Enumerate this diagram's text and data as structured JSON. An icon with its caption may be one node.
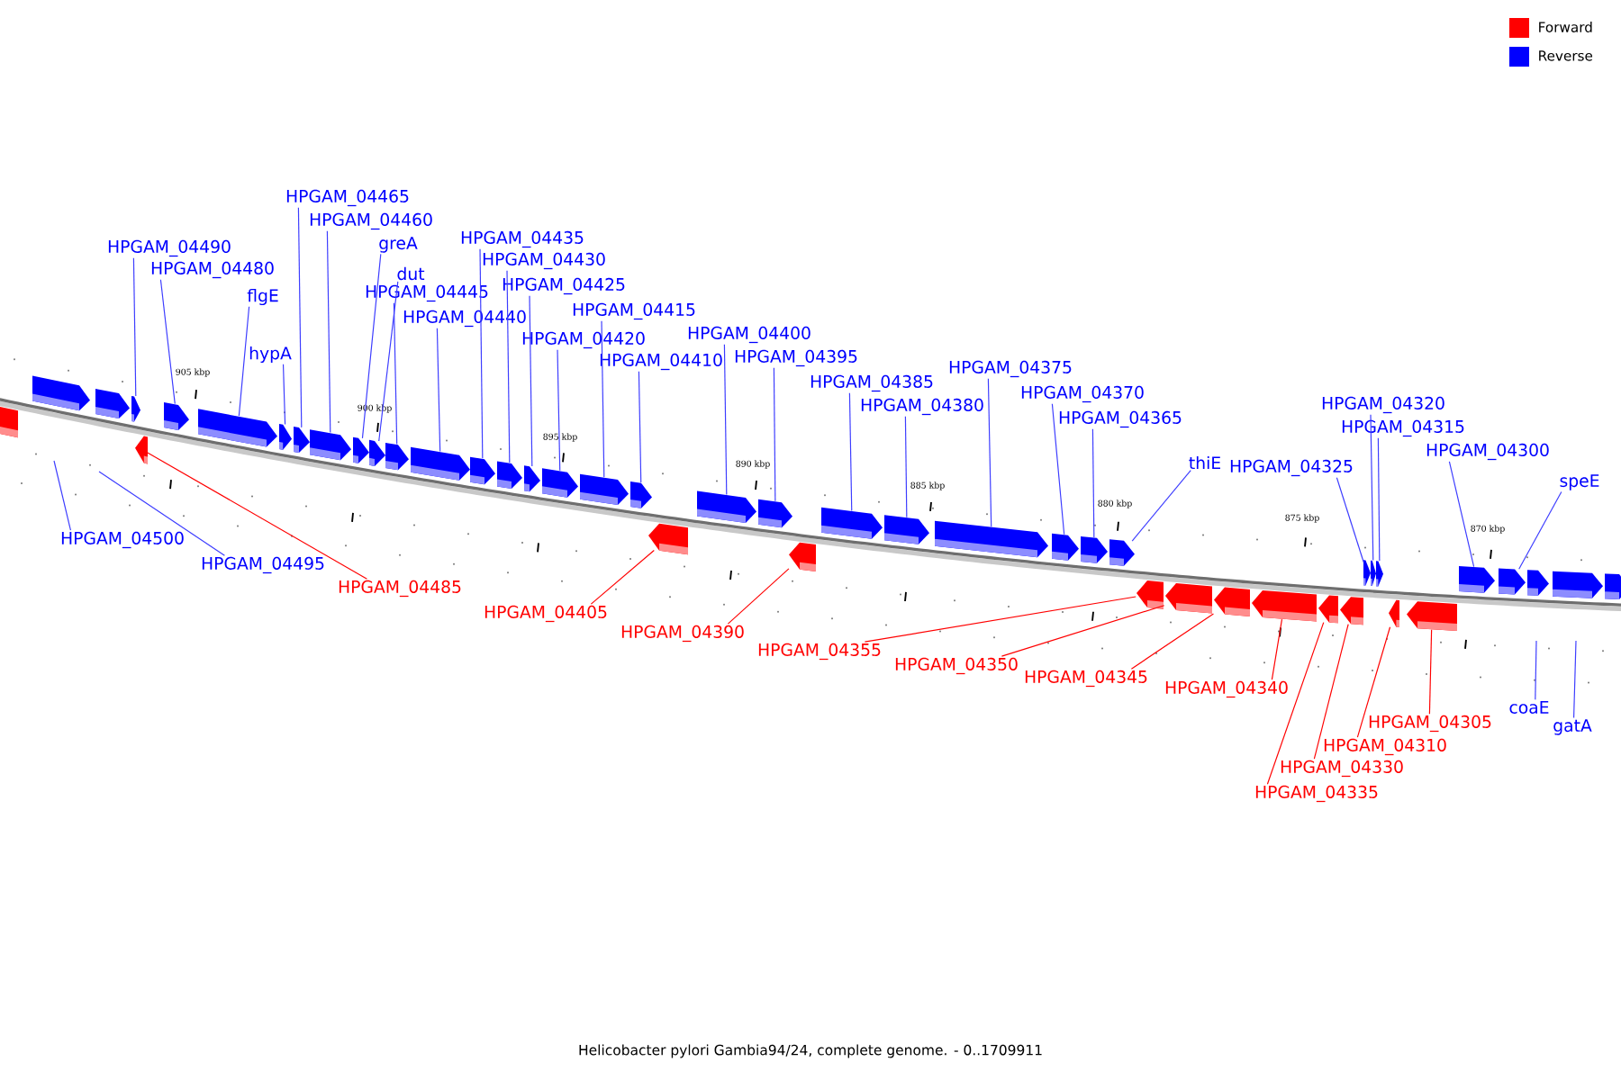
{
  "diagram": {
    "caption": "Helicobacter pylori Gambia94/24, complete genome. - 0..1709911",
    "nodes": [
      {
        "text": [],
        "shape": "pentagon"
      },
      {
        "text": [],
        "shape": "pentagon"
      },
      {
        "text": [],
        "shape": "pentagon"
      },
      {
        "text": [],
        "shape": "pentagon"
      },
      {
        "text": [],
        "shape": "pentagon"
      },
      {
        "text": [],
        "shape": "pentagon"
      },
      {
        "text": [],
        "shape": "pentagon"
      },
      {
        "text": [],
        "shape": "pentagon"
      },
      {
        "text": [],
        "shape": "pentagon"
      },
      {
        "text": [],
        "shape": "pentagon"
      },
      {
        "text": [],
        "shape": "pentagon"
      },
      {
        "text": [],
        "shape": "pentagon"
      },
      {
        "text": [],
        "shape": "pentagon"
      },
      {
        "text": [],
        "shape": "pentagon"
      },
      {
        "text": [],
        "shape": "pentagon"
      },
      {
        "text": [],
        "shape": "pentagon"
      },
      {
        "text": [],
        "shape": "pentagon"
      },
      {
        "text": [],
        "shape": "pentagon"
      },
      {
        "text": [],
        "shape": "pentagon"
      },
      {
        "text": [],
        "shape": "pentagon"
      },
      {
        "text": [],
        "shape": "pentagon"
      },
      {
        "text": [],
        "shape": "pentagon"
      },
      {
        "text": [],
        "shape": "pentagon"
      },
      {
        "text": [],
        "shape": "pentagon"
      },
      {
        "text": [],
        "shape": "pentagon"
      },
      {
        "text": [],
        "shape": "pentagon"
      },
      {
        "text": [],
        "shape": "pentagon"
      },
      {
        "text": [],
        "shape": "pentagon"
      },
      {
        "text": [],
        "shape": "pentagon"
      },
      {
        "text": [],
        "shape": "pentagon"
      },
      {
        "text": [],
        "shape": "pentagon"
      },
      {
        "text": [],
        "shape": "pentagon"
      },
      {
        "text": [],
        "shape": "pentagon"
      },
      {
        "text": [],
        "shape": "pentagon"
      },
      {
        "text": [],
        "shape": "pentagon"
      },
      {
        "text": [],
        "shape": "pentagon"
      },
      {
        "text": [],
        "shape": "pentagon"
      },
      {
        "text": [],
        "shape": "pentagon"
      },
      {
        "text": [],
        "shape": "pentagon"
      },
      {
        "text": [],
        "shape": "pentagon"
      },
      {
        "text": [],
        "shape": "pentagon"
      },
      {
        "text": [],
        "shape": "pentagon"
      },
      {
        "text": [],
        "shape": "pentagon"
      },
      {
        "text": [],
        "shape": "pentagon"
      },
      {
        "text": [],
        "shape": "pentagon"
      },
      {
        "text": [],
        "shape": "pentagon"
      },
      {
        "text": [
          "HPGAM_04490"
        ]
      },
      {
        "text": [
          "HPGAM_04480"
        ]
      },
      {
        "text": [
          "flgE"
        ]
      },
      {
        "text": [
          "hypA"
        ]
      },
      {
        "text": [
          "HPGAM_04465"
        ]
      },
      {
        "text": [
          "HPGAM_04460"
        ]
      },
      {
        "text": [
          "greA"
        ]
      },
      {
        "text": [
          "dut"
        ]
      },
      {
        "text": [
          "HPGAM_04445"
        ]
      },
      {
        "text": [
          "HPGAM_04440"
        ]
      },
      {
        "text": [
          "HPGAM_04435"
        ]
      },
      {
        "text": [
          "HPGAM_04430"
        ]
      },
      {
        "text": [
          "HPGAM_04425"
        ]
      },
      {
        "text": [
          "HPGAM_04420"
        ]
      },
      {
        "text": [
          "HPGAM_04415"
        ]
      },
      {
        "text": [
          "HPGAM_04410"
        ]
      },
      {
        "text": [
          "HPGAM_04400"
        ]
      },
      {
        "text": [
          "HPGAM_04395"
        ]
      },
      {
        "text": [
          "HPGAM_04385"
        ]
      },
      {
        "text": [
          "HPGAM_04380"
        ]
      },
      {
        "text": [
          "HPGAM_04375"
        ]
      },
      {
        "text": [
          "HPGAM_04370"
        ]
      },
      {
        "text": [
          "HPGAM_04365"
        ]
      },
      {
        "text": [
          "thiE"
        ]
      },
      {
        "text": [
          "HPGAM_04325"
        ]
      },
      {
        "text": [
          "HPGAM_04320"
        ]
      },
      {
        "text": [
          "HPGAM_04315"
        ]
      },
      {
        "text": [
          "HPGAM_04300"
        ]
      },
      {
        "text": [
          "speE"
        ]
      },
      {
        "text": [
          "HPGAM_04500"
        ]
      },
      {
        "text": [
          "HPGAM_04495"
        ]
      },
      {
        "text": [
          "coaE"
        ]
      },
      {
        "text": [
          "gatA"
        ]
      },
      {
        "text": [
          "HPGAM_04485"
        ]
      },
      {
        "text": [
          "HPGAM_04405"
        ]
      },
      {
        "text": [
          "HPGAM_04390"
        ]
      },
      {
        "text": [
          "HPGAM_04355"
        ]
      },
      {
        "text": [
          "HPGAM_04350"
        ]
      },
      {
        "text": [
          "HPGAM_04345"
        ]
      },
      {
        "text": [
          "HPGAM_04340"
        ]
      },
      {
        "text": [
          "HPGAM_04305"
        ]
      },
      {
        "text": [
          "HPGAM_04310"
        ]
      },
      {
        "text": [
          "HPGAM_04330"
        ]
      },
      {
        "text": [
          "HPGAM_04335"
        ]
      }
    ],
    "edges": [
      {
        "from": 46,
        "to": 2,
        "arrow": "none"
      },
      {
        "from": 47,
        "to": 3,
        "arrow": "none"
      },
      {
        "from": 48,
        "to": 4,
        "arrow": "none"
      },
      {
        "from": 49,
        "to": 5,
        "arrow": "none"
      },
      {
        "from": 50,
        "to": 6,
        "arrow": "none"
      },
      {
        "from": 51,
        "to": 7,
        "arrow": "none"
      },
      {
        "from": 52,
        "to": 8,
        "arrow": "none"
      },
      {
        "from": 53,
        "to": 9,
        "arrow": "none"
      },
      {
        "from": 54,
        "to": 10,
        "arrow": "none"
      },
      {
        "from": 55,
        "to": 11,
        "arrow": "none"
      },
      {
        "from": 56,
        "to": 12,
        "arrow": "none"
      },
      {
        "from": 57,
        "to": 13,
        "arrow": "none"
      },
      {
        "from": 58,
        "to": 14,
        "arrow": "none"
      },
      {
        "from": 59,
        "to": 15,
        "arrow": "none"
      },
      {
        "from": 60,
        "to": 16,
        "arrow": "none"
      },
      {
        "from": 61,
        "to": 17,
        "arrow": "none"
      },
      {
        "from": 62,
        "to": 18,
        "arrow": "none"
      },
      {
        "from": 63,
        "to": 19,
        "arrow": "none"
      },
      {
        "from": 64,
        "to": 20,
        "arrow": "none"
      },
      {
        "from": 65,
        "to": 21,
        "arrow": "none"
      },
      {
        "from": 66,
        "to": 22,
        "arrow": "none"
      },
      {
        "from": 67,
        "to": 23,
        "arrow": "none"
      },
      {
        "from": 68,
        "to": 24,
        "arrow": "none"
      },
      {
        "from": 69,
        "to": 25,
        "arrow": "none"
      },
      {
        "from": 70,
        "to": 26,
        "arrow": "none"
      },
      {
        "from": 71,
        "to": 27,
        "arrow": "none"
      },
      {
        "from": 72,
        "to": 28,
        "arrow": "none"
      },
      {
        "from": 73,
        "to": 29,
        "arrow": "none"
      },
      {
        "from": 74,
        "to": 30,
        "arrow": "none"
      },
      {
        "from": 75,
        "to": null,
        "arrow": "none"
      },
      {
        "from": 76,
        "to": null,
        "arrow": "none"
      },
      {
        "from": 77,
        "to": null,
        "arrow": "none"
      },
      {
        "from": 78,
        "to": null,
        "arrow": "none"
      },
      {
        "from": 79,
        "to": 35,
        "arrow": "none",
        "color": "#ff0000"
      },
      {
        "from": 80,
        "to": 36,
        "arrow": "none",
        "color": "#ff0000"
      },
      {
        "from": 81,
        "to": 37,
        "arrow": "none",
        "color": "#ff0000"
      },
      {
        "from": 82,
        "to": 38,
        "arrow": "none",
        "color": "#ff0000"
      },
      {
        "from": 83,
        "to": 39,
        "arrow": "none",
        "color": "#ff0000"
      },
      {
        "from": 84,
        "to": 40,
        "arrow": "none",
        "color": "#ff0000"
      },
      {
        "from": 85,
        "to": 41,
        "arrow": "none",
        "color": "#ff0000"
      },
      {
        "from": 86,
        "to": 45,
        "arrow": "none",
        "color": "#ff0000"
      },
      {
        "from": 87,
        "to": 44,
        "arrow": "none",
        "color": "#ff0000"
      },
      {
        "from": 88,
        "to": 43,
        "arrow": "none",
        "color": "#ff0000"
      },
      {
        "from": 89,
        "to": 42,
        "arrow": "none",
        "color": "#ff0000"
      }
    ],
    "labels": [
      "905 kbp",
      "900 kbp",
      "895 kbp",
      "890 kbp",
      "885 kbp",
      "880 kbp",
      "875 kbp",
      "870 kbp"
    ],
    "legend": [
      {
        "text": "Forward",
        "color": "#ff0000"
      },
      {
        "text": "Reverse",
        "color": "#0000ff"
      }
    ]
  }
}
